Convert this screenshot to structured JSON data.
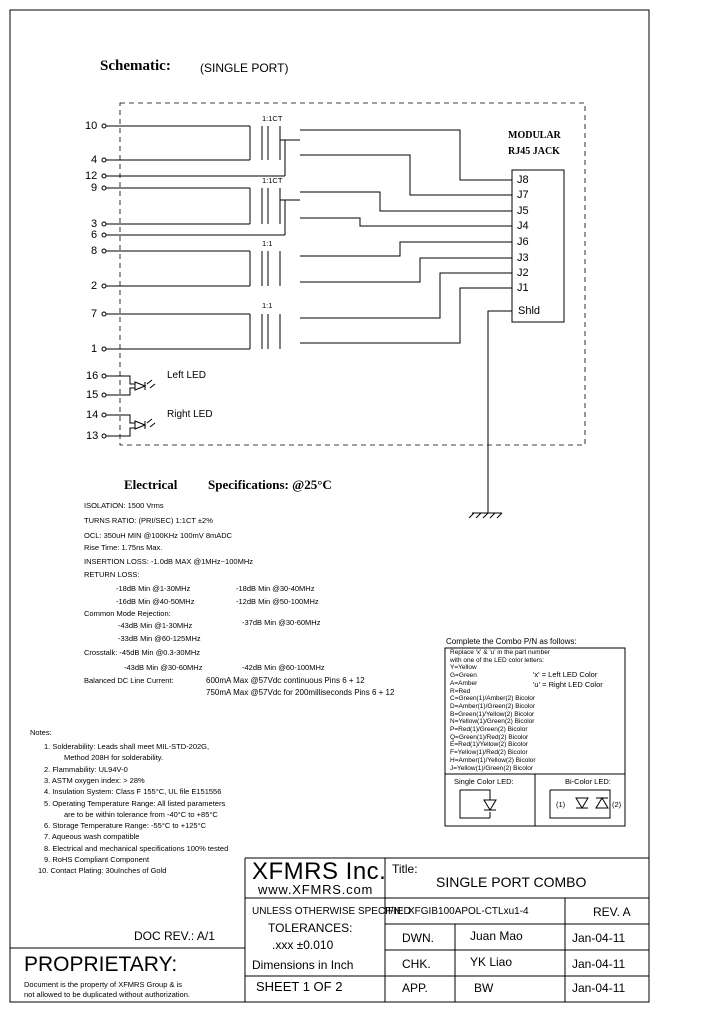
{
  "schematic": {
    "title": "Schematic:",
    "subtitle": "(SINGLE PORT)",
    "jack_title_line1": "MODULAR",
    "jack_title_line2": "RJ45 JACK",
    "left_pins": [
      "10",
      "4",
      "12",
      "9",
      "3",
      "6",
      "8",
      "2",
      "7",
      "1"
    ],
    "jack_pins": [
      "J8",
      "J7",
      "J5",
      "J4",
      "J6",
      "J3",
      "J2",
      "J1",
      "Shld"
    ],
    "ratios": [
      "1:1CT",
      "1:1CT",
      "1:1",
      "1:1"
    ],
    "led_pins": [
      "16",
      "15",
      "14",
      "13"
    ],
    "left_led": "Left LED",
    "right_led": "Right LED"
  },
  "electrical": {
    "title": "Electrical",
    "title2": "Specifications: @25°C",
    "lines": [
      "ISOLATION: 1500 Vrms",
      "TURNS RATIO: (PRI/SEC) 1:1CT ±2%",
      "OCL: 350uH MIN @100KHz 100mV 8mADC",
      "Rise Time: 1.75ns Max.",
      "INSERTION LOSS: -1.0dB MAX @1MHz~100MHz",
      "RETURN LOSS:"
    ],
    "return_loss": [
      "-18dB Min @1-30MHz",
      "-18dB Min @30-40MHz",
      "-16dB Min @40-50MHz",
      "-12dB Min @50-100MHz"
    ],
    "cmr_label": "Common Mode Rejection:",
    "cmr": [
      "-43dB Min @1-30MHz",
      "-37dB Min @30-60MHz",
      "-33dB Min @60-125MHz"
    ],
    "crosstalk": [
      "Crosstalk: -45dB Min @0.3-30MHz",
      "-43dB Min @30-60MHz",
      "-42dB Min @60-100MHz"
    ],
    "balanced": [
      "Balanced DC Line Current:",
      "600mA Max @57Vdc continuous Pins 6 + 12",
      "750mA Max @57Vdc for 200milliseconds Pins 6 + 12"
    ]
  },
  "notes": {
    "title": "Notes:",
    "items": [
      "1. Solderability: Leads shall meet MIL-STD-202G,",
      "Method 208H for solderability.",
      "2. Flammability: UL94V-0",
      "3. ASTM oxygen index: > 28%",
      "4. Insulation System: Class F 155°C, UL file E151556",
      "5. Operating Temperature Range: All listed parameters",
      "are to be within tolerance from -40°C to +85°C",
      "6. Storage Temperature Range: -55°C to +125°C",
      "7. Aqueous wash compatible",
      "8. Electrical and mechanical specifications 100% tested",
      "9. RoHS Compliant Component",
      "10. Contact Plating: 30uInches of Gold"
    ]
  },
  "combo": {
    "title": "Complete the Combo P/N as follows:",
    "lines": [
      "Replace 'x' & 'u' in the part number",
      "with one of the LED color letters:",
      "Y=Yellow",
      "G=Green",
      "A=Amber",
      "R=Red",
      "C=Green(1)/Amber(2) Bicolor",
      "D=Amber(1)/Green(2) Bicolor",
      "B=Green(1)/Yellow(2) Bicolor",
      "N=Yellow(1)/Green(2) Bicolor",
      "P=Red(1)/Green(2) Bicolor",
      "Q=Green(1)/Red(2) Bicolor",
      "E=Red(1)/Yellow(2) Bicolor",
      "F=Yellow(1)/Red(2) Bicolor",
      "H=Amber(1)/Yellow(2) Bicolor",
      "J=Yellow(1)/Green(2) Bicolor"
    ],
    "x_note": "'x' = Left LED Color",
    "u_note": "'u' = Right LED Color",
    "single_label": "Single Color LED:",
    "bi_label": "Bi-Color LED:",
    "bi_1": "(1)",
    "bi_2": "(2)"
  },
  "title_block": {
    "company": "XFMRS Inc.",
    "website": "www.XFMRS.com",
    "title_label": "Title:",
    "title_value": "SINGLE PORT COMBO",
    "unless": "UNLESS OTHERWISE SPECIFIED",
    "tolerances": "TOLERANCES:",
    "tol_value": ".xxx ±0.010",
    "dims": "Dimensions in Inch",
    "pn_label": "P/N:",
    "pn_value": "XFGIB100APOL-CTLxu1-4",
    "rev": "REV. A",
    "dwn_label": "DWN.",
    "dwn_name": "Juan Mao",
    "dwn_date": "Jan-04-11",
    "chk_label": "CHK.",
    "chk_name": "YK Liao",
    "chk_date": "Jan-04-11",
    "app_label": "APP.",
    "app_name": "BW",
    "app_date": "Jan-04-11",
    "sheet": "SHEET 1 OF 2",
    "doc_rev": "DOC REV.: A/1",
    "proprietary": "PROPRIETARY:",
    "prop_note1": "Document is the property of XFMRS Group & is",
    "prop_note2": "not allowed to be duplicated without authorization."
  }
}
